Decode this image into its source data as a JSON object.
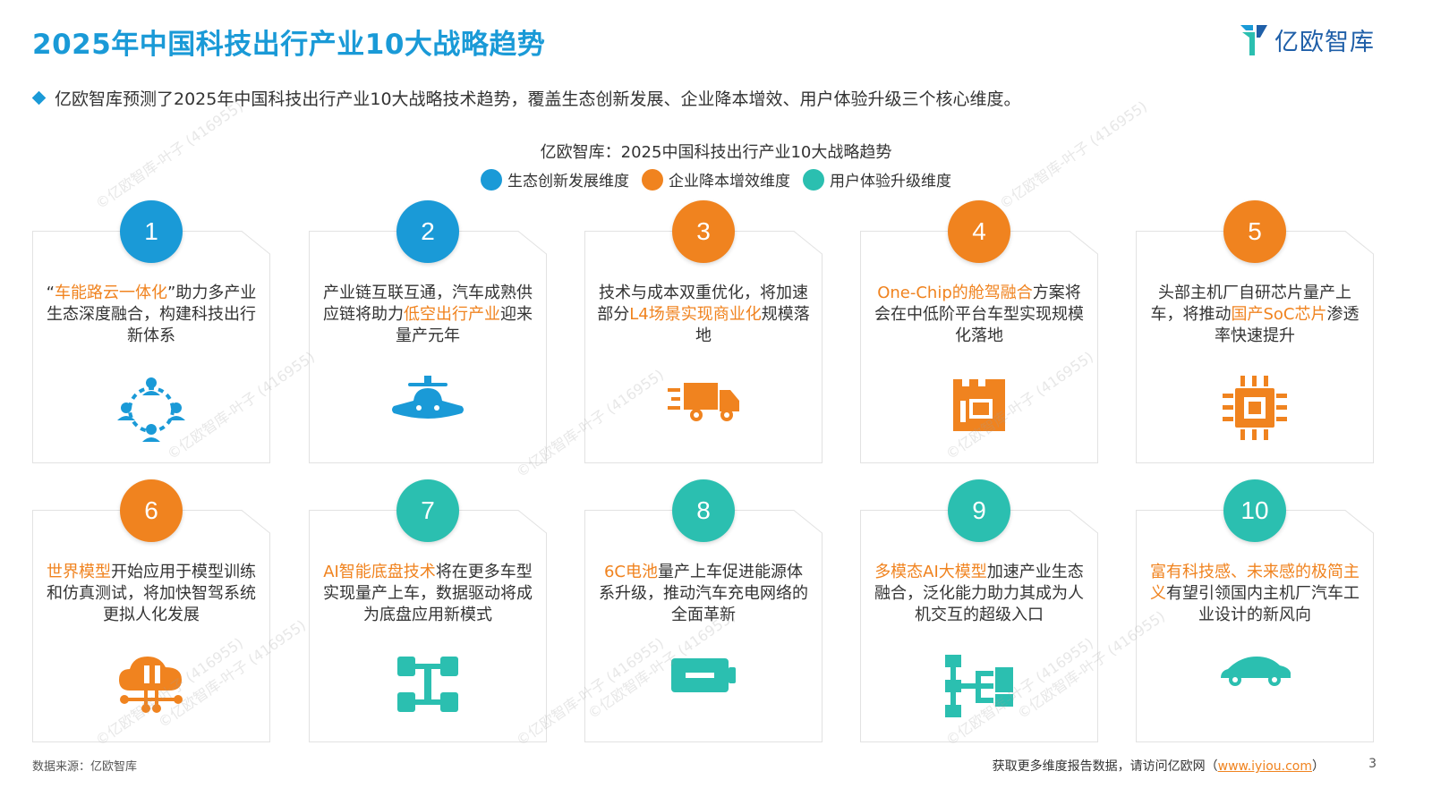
{
  "header": {
    "title": "2025年中国科技出行产业10大战略趋势",
    "logo_text": "亿欧智库",
    "subtitle": "亿欧智库预测了2025年中国科技出行产业10大战略技术趋势，覆盖生态创新发展、企业降本增效、用户体验升级三个核心维度。"
  },
  "chart": {
    "title": "亿欧智库：2025中国科技出行产业10大战略趋势",
    "legend": [
      {
        "label": "生态创新发展维度",
        "color": "#1a9ad7"
      },
      {
        "label": "企业降本增效维度",
        "color": "#f0831f"
      },
      {
        "label": "用户体验升级维度",
        "color": "#2bbfb0"
      }
    ]
  },
  "colors": {
    "blue": "#1a9ad7",
    "orange": "#f0831f",
    "teal": "#2bbfb0",
    "highlight": "#f0831f"
  },
  "trends": [
    {
      "num": "1",
      "dimension": "blue",
      "icon": "network-people-icon",
      "parts": [
        [
          "“",
          false
        ],
        [
          "车能路云一体化",
          true
        ],
        [
          "”助力多产业生态深度融合，构建科技出行新体系",
          false
        ]
      ]
    },
    {
      "num": "2",
      "dimension": "blue",
      "icon": "aircraft-icon",
      "parts": [
        [
          "产业链互联互通，汽车成熟供应链将助力",
          false
        ],
        [
          "低空出行产业",
          true
        ],
        [
          "迎来量产元年",
          false
        ]
      ]
    },
    {
      "num": "3",
      "dimension": "orange",
      "icon": "truck-icon",
      "parts": [
        [
          "技术与成本双重优化，将加速部分",
          false
        ],
        [
          "L4场景实现商业化",
          true
        ],
        [
          "规模落地",
          false
        ]
      ]
    },
    {
      "num": "4",
      "dimension": "orange",
      "icon": "chip-board-icon",
      "parts": [
        [
          "One-Chip的舱驾融合",
          true
        ],
        [
          "方案将会在中低阶平台车型实现规模化落地",
          false
        ]
      ]
    },
    {
      "num": "5",
      "dimension": "orange",
      "icon": "processor-icon",
      "parts": [
        [
          "头部主机厂自研芯片量产上车，将推动",
          false
        ],
        [
          "国产SoC芯片",
          true
        ],
        [
          "渗透率快速提升",
          false
        ]
      ]
    },
    {
      "num": "6",
      "dimension": "orange",
      "icon": "ai-cloud-icon",
      "parts": [
        [
          "世界模型",
          true
        ],
        [
          "开始应用于模型训练和仿真测试，将加快智驾系统更拟人化发展",
          false
        ]
      ]
    },
    {
      "num": "7",
      "dimension": "teal",
      "icon": "chassis-icon",
      "parts": [
        [
          "AI智能底盘技术",
          true
        ],
        [
          "将在更多车型实现量产上车，数据驱动将成为底盘应用新模式",
          false
        ]
      ]
    },
    {
      "num": "8",
      "dimension": "teal",
      "icon": "battery-icon",
      "parts": [
        [
          "6C电池",
          true
        ],
        [
          "量产上车促进能源体系升级，推动汽车充电网络的全面革新",
          false
        ]
      ]
    },
    {
      "num": "9",
      "dimension": "teal",
      "icon": "hierarchy-icon",
      "parts": [
        [
          "多模态AI大模型",
          true
        ],
        [
          "加速产业生态融合，泛化能力助力其成为人机交互的超级入口",
          false
        ]
      ]
    },
    {
      "num": "10",
      "dimension": "teal",
      "icon": "sports-car-icon",
      "parts": [
        [
          "富有科技感、未来感的极简主义",
          true
        ],
        [
          "有望引领国内主机厂汽车工业设计的新风向",
          false
        ]
      ]
    }
  ],
  "footer": {
    "source": "数据来源：亿欧智库",
    "more_prefix": "获取更多维度报告数据，请访问亿欧网（",
    "link": "www.iyiou.com",
    "more_suffix": "）",
    "page": "3"
  },
  "watermark": "©亿欧智库-叶子 (416955)"
}
